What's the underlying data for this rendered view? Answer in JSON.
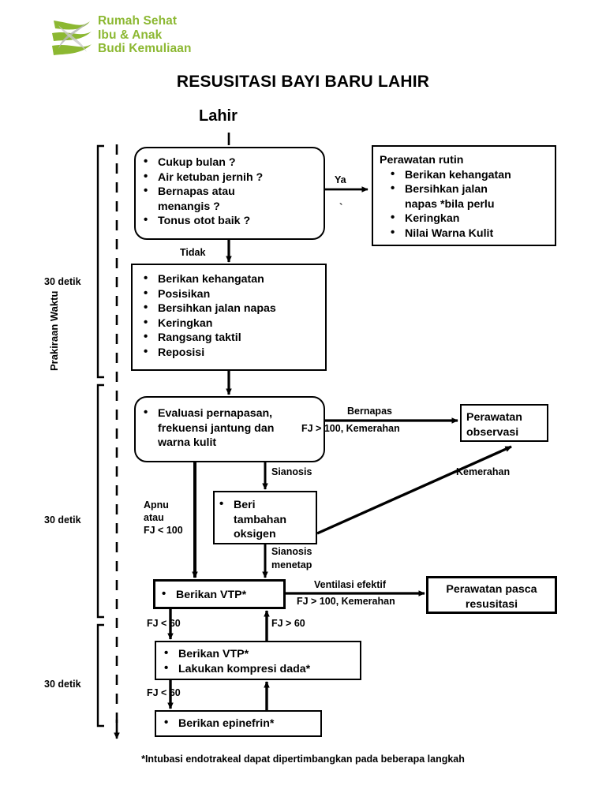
{
  "logo": {
    "line1": "Rumah Sehat",
    "line2": "Ibu & Anak",
    "line3": "Budi Kemuliaan",
    "green": "#8cb832",
    "grey": "#b6b8b5",
    "icon": "ribbon-logo-icon"
  },
  "title": "RESUSITASI BAYI BARU LAHIR",
  "start_label": "Lahir",
  "time_column": {
    "axis_label": "Prakiraan Waktu",
    "segments": [
      {
        "label": "30 detik"
      },
      {
        "label": "30 detik"
      },
      {
        "label": "30 detik"
      }
    ]
  },
  "nodes": {
    "assessment": {
      "name": "initial-assessment",
      "items": [
        "Cukup bulan ?",
        "Air ketuban jernih ?",
        "Bernapas atau",
        "menangis ?",
        "Tonus otot baik ?"
      ]
    },
    "routine_care": {
      "name": "routine-care",
      "heading": "Perawatan rutin",
      "items": [
        "Berikan kehangatan",
        "Bersihkan jalan",
        "napas *bila perlu",
        "Keringkan",
        "Nilai Warna Kulit"
      ]
    },
    "initial_steps": {
      "name": "initial-steps",
      "items": [
        "Berikan kehangatan",
        "Posisikan",
        "Bersihkan jalan napas",
        "Keringkan",
        "Rangsang taktil",
        "Reposisi"
      ]
    },
    "evaluation": {
      "name": "evaluation",
      "items": [
        "Evaluasi pernapasan,",
        "frekuensi jantung dan",
        "warna kulit"
      ]
    },
    "observation_care": {
      "name": "observation-care",
      "lines": [
        "Perawatan",
        "observasi"
      ]
    },
    "oxygen": {
      "name": "supplemental-oxygen",
      "items": [
        "Beri",
        "tambahan",
        "oksigen"
      ]
    },
    "vtp": {
      "name": "give-vtp",
      "items": [
        "Berikan VTP*"
      ]
    },
    "post_resus_care": {
      "name": "post-resuscitation-care",
      "lines": [
        "Perawatan pasca",
        "resusitasi"
      ]
    },
    "vtp_compression": {
      "name": "vtp-and-chest-compression",
      "items": [
        "Berikan VTP*",
        "Lakukan kompresi dada*"
      ]
    },
    "epinephrine": {
      "name": "give-epinephrine",
      "items": [
        "Berikan epinefrin*"
      ]
    }
  },
  "edges": {
    "ya": "Ya",
    "tidak": "Tidak",
    "bernapas_line1": "Bernapas",
    "bernapas_line2": "FJ > 100, Kemerahan",
    "sianosis": "Sianosis",
    "apnu_line1": "Apnu",
    "apnu_line2": "atau",
    "apnu_line3": "FJ < 100",
    "kemerahan": "Kemerahan",
    "sianosis_menetap_line1": "Sianosis",
    "sianosis_menetap_line2": "menetap",
    "ventilasi_line1": "Ventilasi efektif",
    "ventilasi_line2": "FJ > 100, Kemerahan",
    "fj_lt_60_a": "FJ < 60",
    "fj_gt_60": "FJ > 60",
    "fj_lt_60_b": "FJ < 60",
    "tick_mark": "`"
  },
  "footnote": "*Intubasi endotrakeal dapat dipertimbangkan pada beberapa langkah"
}
